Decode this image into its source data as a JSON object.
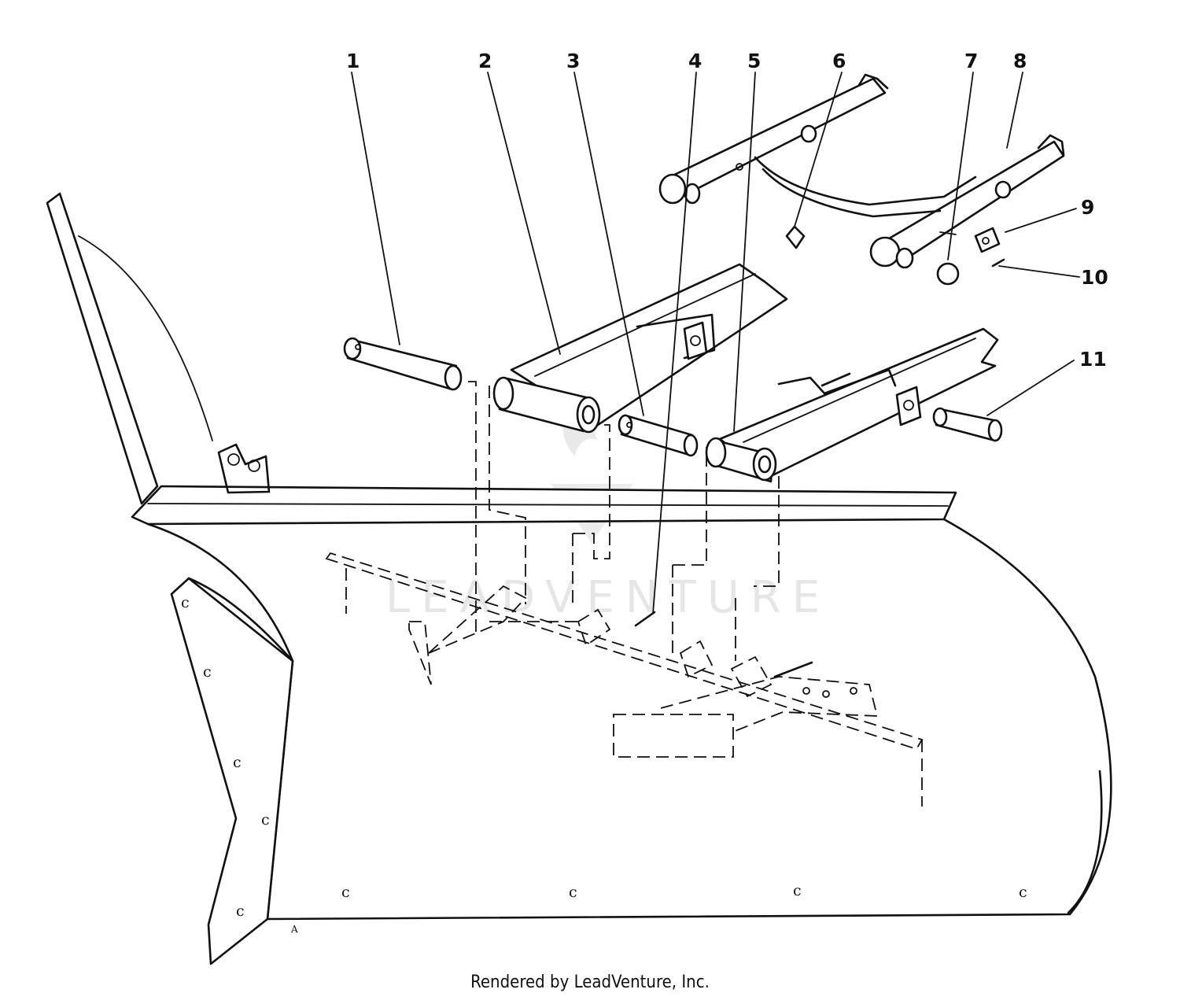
{
  "callouts": [
    "1",
    "2",
    "3",
    "4",
    "5",
    "6",
    "7",
    "8",
    "9",
    "10",
    "11"
  ],
  "watermark": "LEADVENTURE",
  "credit": "Rendered by LeadVenture, Inc."
}
